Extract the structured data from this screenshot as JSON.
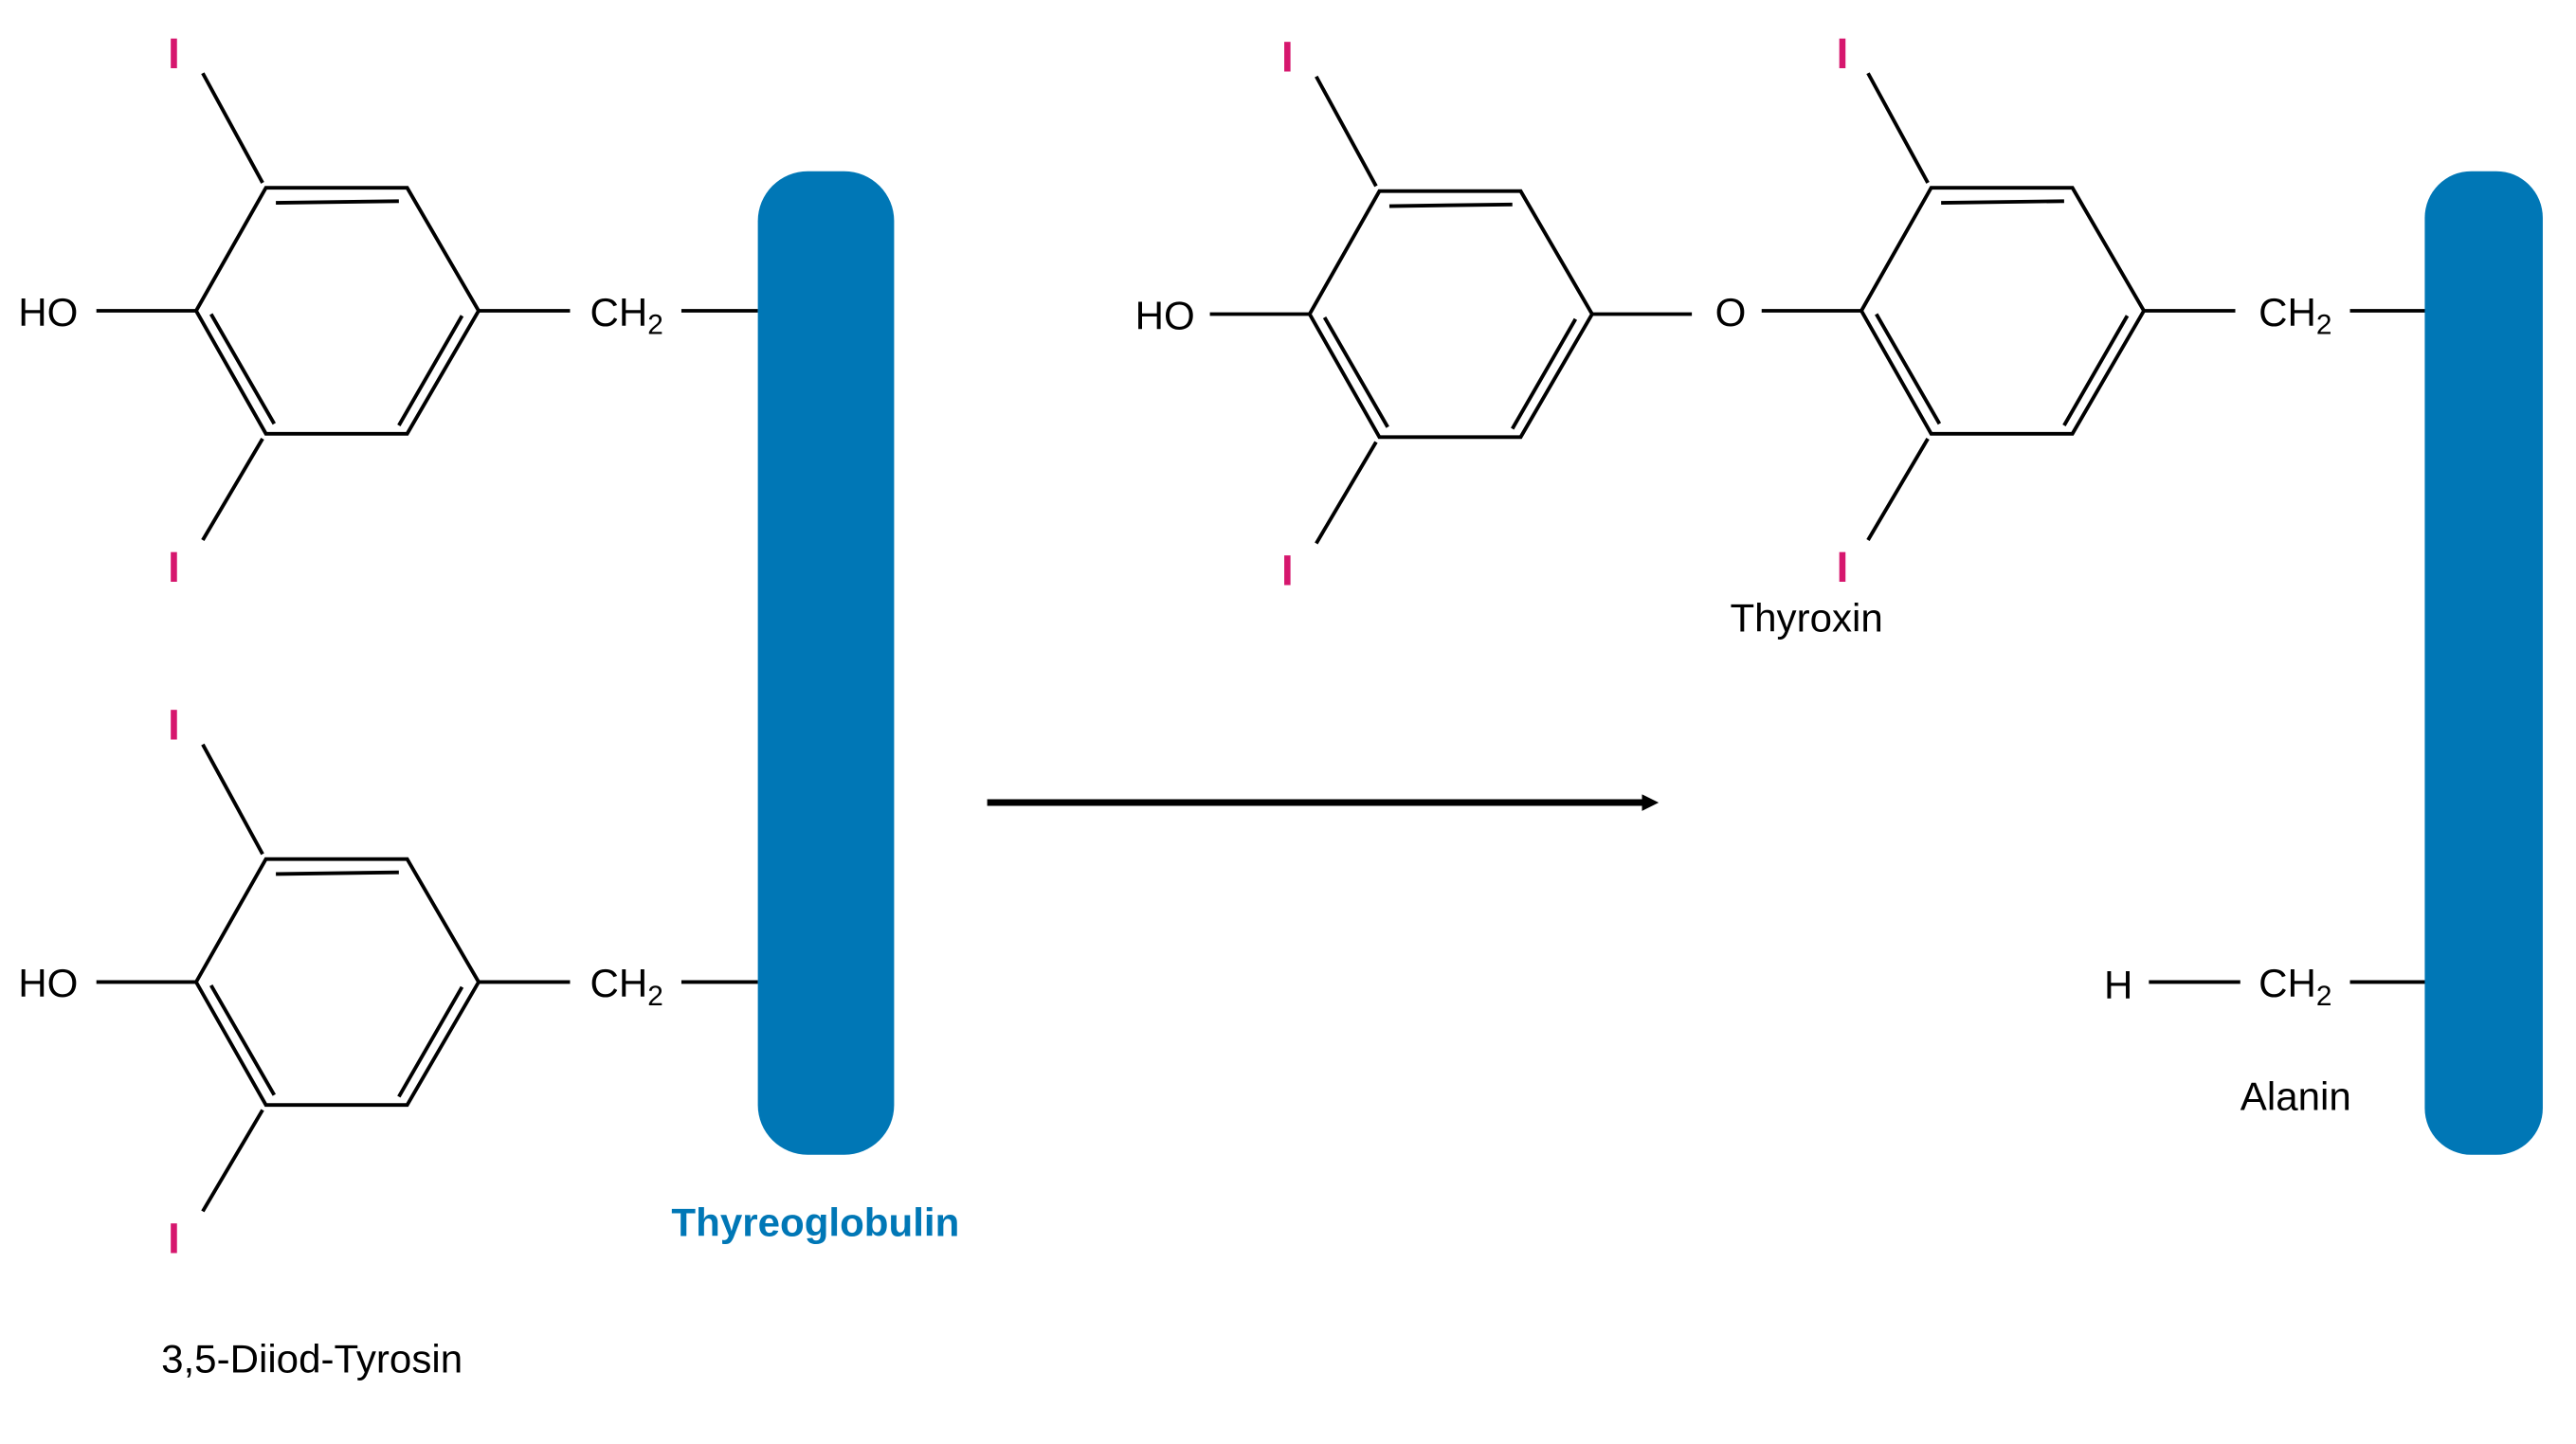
{
  "colors": {
    "protein": "#0077b6",
    "iodine": "#d6176e",
    "bond": "#000000"
  },
  "atoms": {
    "iodine": "I",
    "hydroxyl": "HO",
    "oxygen": "O",
    "hydrogen": "H",
    "methylene_main": "CH",
    "methylene_sub": "2"
  },
  "labels": {
    "protein": "Thyreoglobulin",
    "reactant": "3,5-Diiod-Tyrosin",
    "product_1": "Thyroxin",
    "product_2": "Alanin"
  }
}
